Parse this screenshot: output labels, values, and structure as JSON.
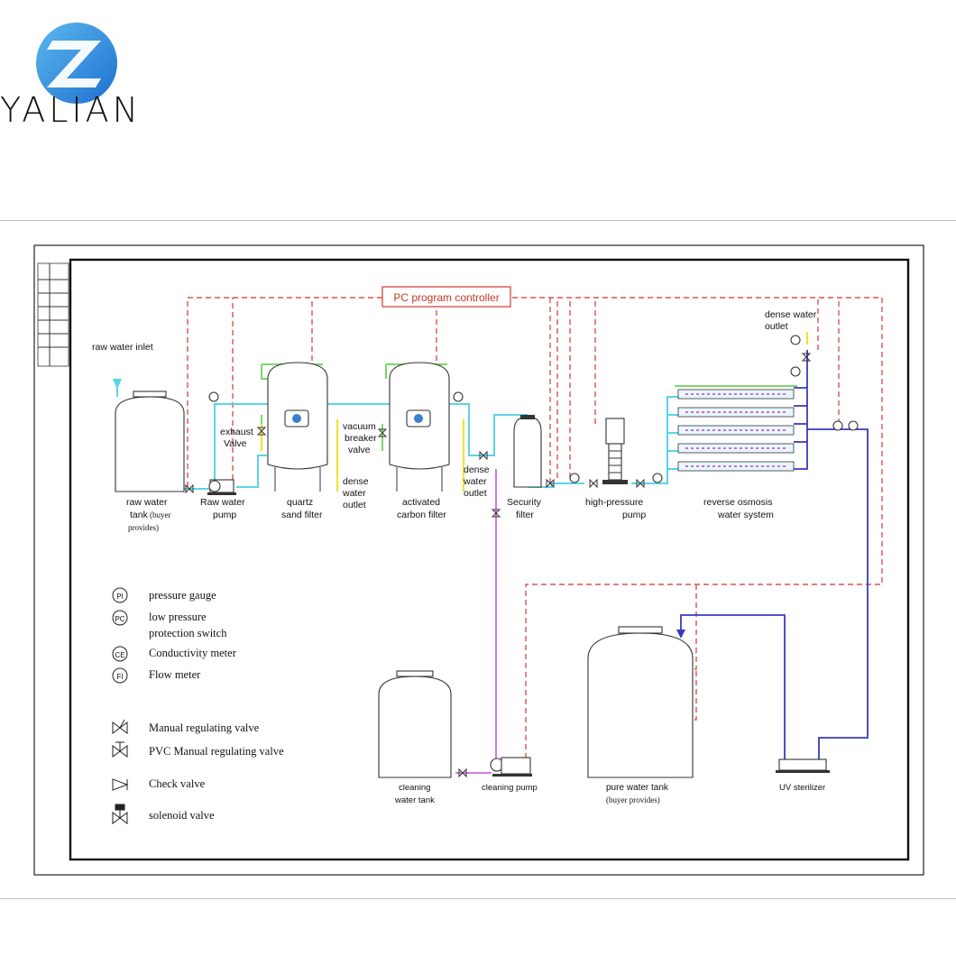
{
  "brand": {
    "name": "YALIAN",
    "color_primary": "#2a7fd4",
    "color_secondary": "#5ab8ee"
  },
  "controller": {
    "label": "PC program controller"
  },
  "labels": {
    "raw_water_inlet": "raw water inlet",
    "raw_tank_1": "raw water",
    "raw_tank_2": "tank",
    "raw_tank_buyer1": "(buyer",
    "raw_tank_buyer2": "provides)",
    "raw_pump_1": "Raw water",
    "raw_pump_2": "pump",
    "exhaust_1": "exhaust",
    "exhaust_2": "Valve",
    "quartz_1": "quartz",
    "quartz_2": "sand filter",
    "vacuum_1": "vacuum",
    "vacuum_2": "breaker",
    "vacuum_3": "valve",
    "dense1_1": "dense",
    "dense1_2": "water",
    "dense1_3": "outlet",
    "carbon_1": "activated",
    "carbon_2": "carbon filter",
    "dense2_1": "dense",
    "dense2_2": "water",
    "dense2_3": "outlet",
    "security_1": "Security",
    "security_2": "filter",
    "hp_1": "high-pressure",
    "hp_2": "pump",
    "ro_1": "reverse osmosis",
    "ro_2": "water system",
    "dense3_1": "dense water",
    "dense3_2": "outlet",
    "cleaning_tank_1": "cleaning",
    "cleaning_tank_2": "water tank",
    "cleaning_pump": "cleaning pump",
    "pure_tank_1": "pure water tank",
    "pure_tank_2": "(buyer provides)",
    "uv": "UV sterilizer"
  },
  "legend": {
    "pi_symbol": "PI",
    "pi_text": "pressure gauge",
    "pc_symbol": "PC",
    "pc_text_1": "low pressure",
    "pc_text_2": "protection switch",
    "ce_symbol": "CE",
    "ce_text": "Conductivity meter",
    "fi_symbol": "FI",
    "fi_text": "Flow meter",
    "manual_valve": "Manual regulating valve",
    "pvc_valve": "PVC Manual regulating valve",
    "check_valve": "Check valve",
    "solenoid_valve": "solenoid valve"
  },
  "colors": {
    "control_line": "#d9534f",
    "water_line": "#5bd3ea",
    "backwash_line": "#7bd66a",
    "drain_line": "#f2e233",
    "cleaning_line": "#c86de0",
    "pure_line": "#3a3ac0"
  }
}
